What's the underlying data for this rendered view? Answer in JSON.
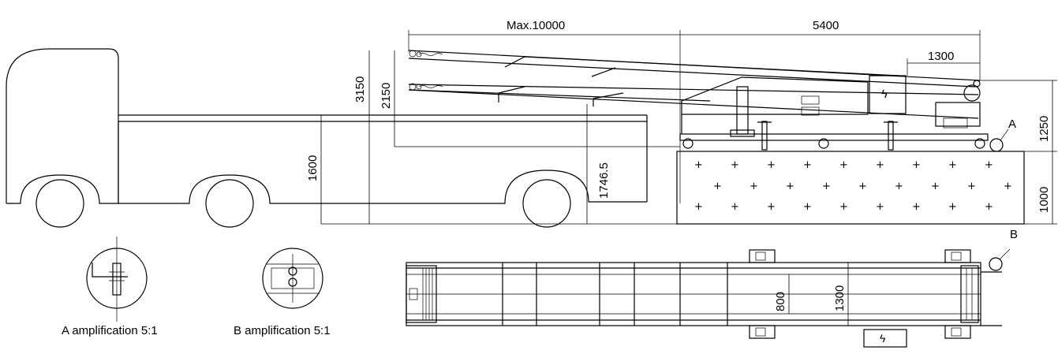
{
  "dimensions": {
    "max_length": "Max.10000",
    "base_length": "5400",
    "top_offset": "1300",
    "height_total": "3150",
    "height_upper": "2150",
    "height_truck": "1600",
    "height_min": "1746.5",
    "height_frame": "1250",
    "height_platform": "1000",
    "belt_width": "800",
    "frame_width": "1300"
  },
  "callouts": {
    "a": "A",
    "b": "B",
    "a_caption": "A amplification 5:1",
    "b_caption": "B amplification 5:1"
  },
  "symbols": {
    "electric": "ϟ"
  }
}
